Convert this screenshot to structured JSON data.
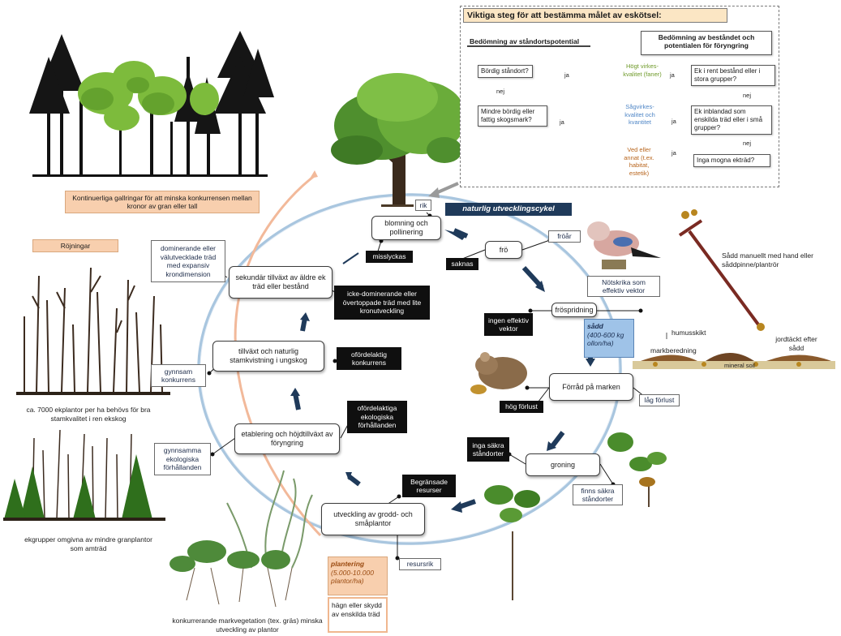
{
  "header": {
    "cycle_label": "naturlig utvecklingscykel",
    "key_title": "Viktiga steg för att bestämma målet av eskötsel:"
  },
  "key": {
    "left_head": "Bedömning av ståndortspotential",
    "right_head": "Bedömning av beståndet och potentialen för föryngring",
    "q_fertile": "Bördig ståndort?",
    "q_poor": "Mindre bördig eller fattig skogsmark?",
    "q_pure": "Ek i rent bestånd eller i stora grupper?",
    "q_mixed": "Ek inblandad som enskilda träd eller i små grupper?",
    "q_mature": "Inga mogna ekträd?",
    "goal_veneer": "Högt virkes-kvalitet (faner)",
    "goal_saw": "Sågvirkes-kvalitet och kvantitet",
    "goal_fuel": "Ved eller annat (t.ex. habitat, estetik)",
    "ja": "ja",
    "nej": "nej",
    "colors": {
      "veneer": "#6f9a2a",
      "saw": "#4f86c6",
      "fuel": "#b8651d"
    }
  },
  "cycle": {
    "bloom": "blomning och pollinering",
    "seed": "frö",
    "dispersal": "fröspridning",
    "store": "Förråd på marken",
    "germ": "groning",
    "seedling": "utveckling av grodd- och småplantor",
    "establish": "etablering och höjdtillväxt av föryngring",
    "growth": "tillväxt och naturlig stamkvistning i ungskog",
    "secondary": "sekundär tillväxt av äldre ek träd eller bestånd"
  },
  "labels": {
    "rik": "rik",
    "misslyckas": "misslyckas",
    "froar": "fröår",
    "saknas": "saknas",
    "nutcracker": "Nötskrika som effektiv vektor",
    "no_vector": "ingen effektiv vektor",
    "sadd_title": "sådd",
    "sadd_rate": "(400-600 kg ollon/ha)",
    "high_loss": "hög förlust",
    "low_loss": "låg förlust",
    "no_sites": "inga säkra ståndorter",
    "safe_sites": "finns säkra ståndorter",
    "limited": "Begränsade resurser",
    "rich": "resursrik",
    "plant_title": "plantering",
    "plant_rate": "(5.000-10.000 plantor/ha)",
    "fence": "hägn eller skydd av enskilda träd",
    "unfavorable_eco": "ofördelaktiga ekologiska förhållanden",
    "unfav_comp": "ofördelaktig konkurrens",
    "suppressed": "icke-dominerande eller övertoppade träd med lite kronutveckling",
    "favorable_eco": "gynnsamma ekologiska förhållanden",
    "favorable_comp": "gynnsam konkurrens",
    "dominant": "dominerande eller välutvecklade träd med expansiv krondimension",
    "thinning": "Kontinuerliga gallringar för att minska konkurrensen mellan kronor av gran eller tall",
    "rojning": "Röjningar",
    "plants_needed": "ca. 7000 ekplantor per ha behövs för bra stamkvalitet i ren ekskog",
    "oak_groups": "ekgrupper omgivna av mindre granplantor som amträd",
    "ground_veg": "konkurrerande markvegetation (tex. gräs) minska utveckling av plantor",
    "sowing_manual": "Sådd manuellt med hand eller sådd­pinne/plantrör",
    "humus": "humusskikt",
    "soil_prep": "markberedning",
    "soil_cover": "jordtäckt efter sådd",
    "mineral": "mineral soil"
  }
}
